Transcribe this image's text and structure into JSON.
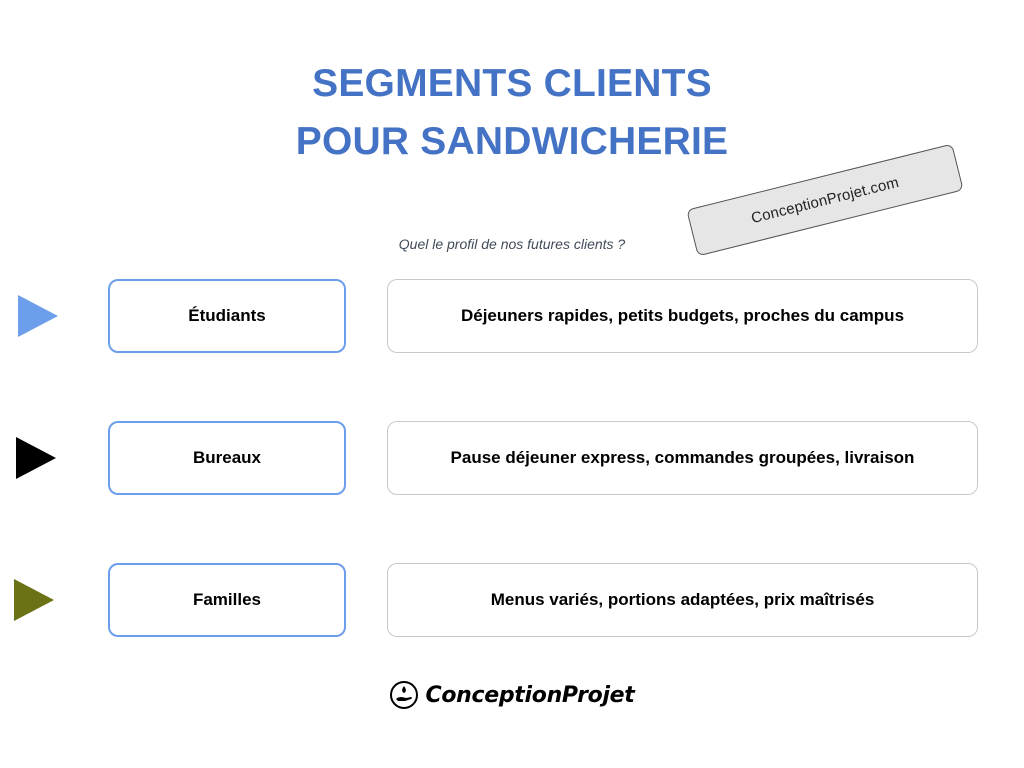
{
  "title": {
    "line1": "SEGMENTS CLIENTS",
    "line2": "POUR SANDWICHERIE"
  },
  "stamp": {
    "text": "ConceptionProjet.com"
  },
  "subtitle": "Quel le profil de nos futures clients ?",
  "segments": [
    {
      "label": "Étudiants",
      "description": "Déjeuners rapides, petits budgets, proches du campus",
      "arrow_color": "#6d9eeb"
    },
    {
      "label": "Bureaux",
      "description": "Pause déjeuner express, commandes groupées, livraison",
      "arrow_color": "#000000"
    },
    {
      "label": "Familles",
      "description": "Menus variés, portions adaptées, prix maîtrisés",
      "arrow_color": "#6b7115"
    }
  ],
  "logo": {
    "text": "ConceptionProjet",
    "icon": "hand-flame-logo-icon"
  }
}
